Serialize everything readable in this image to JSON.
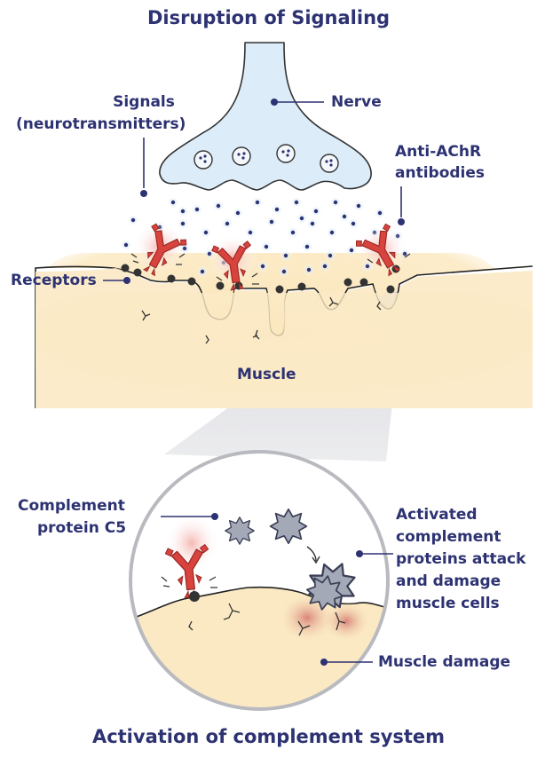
{
  "title": "Disruption of Signaling",
  "bottom_title": "Activation of complement system",
  "labels": {
    "nerve": "Nerve",
    "signals_line1": "Signals",
    "signals_line2": "(neurotransmitters)",
    "antibodies_line1": "Anti-AChR",
    "antibodies_line2": "antibodies",
    "receptors": "Receptors",
    "muscle": "Muscle",
    "complement_line1": "Complement",
    "complement_line2": "protein C5",
    "activated_line1": "Activated",
    "activated_line2": "complement",
    "activated_line3": "proteins attack",
    "activated_line4": "and damage",
    "activated_line5": "muscle cells",
    "muscle_damage": "Muscle damage"
  },
  "colors": {
    "navy": "#2d3272",
    "nerve_fill": "#dcecf8",
    "muscle_fill": "#fbe9c4",
    "antibody_red": "#d9433e",
    "complement_gray": "#a4a9b8",
    "receptor_dark": "#333333"
  }
}
